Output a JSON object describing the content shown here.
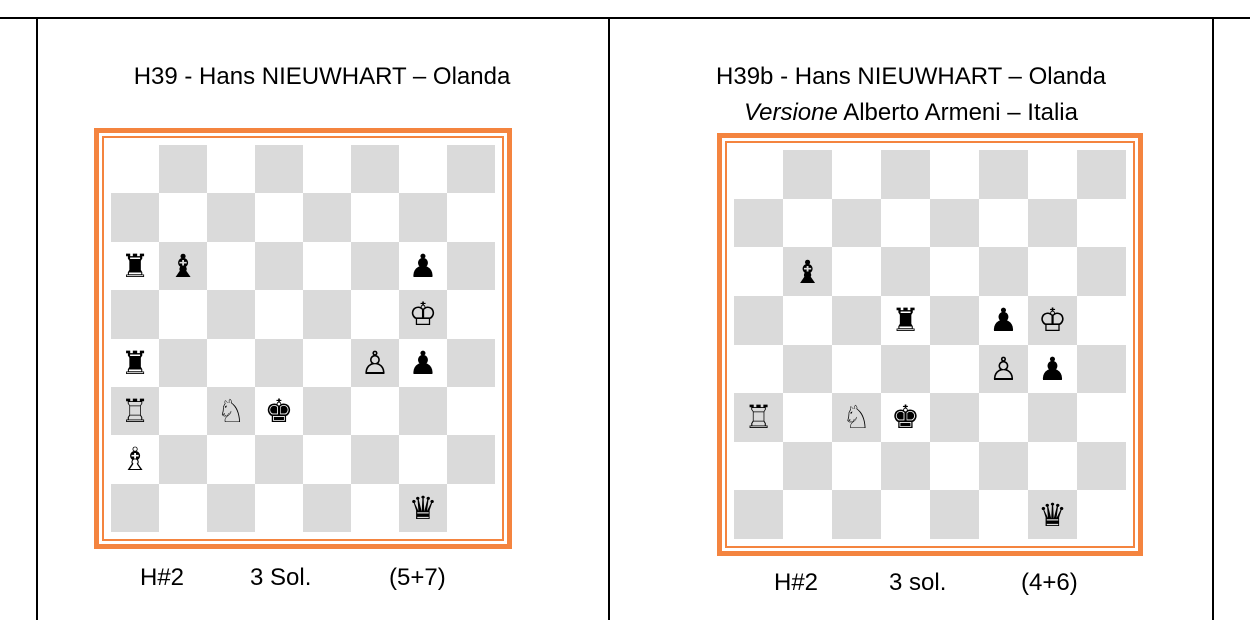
{
  "left": {
    "title": "H39 - Hans NIEUWHART – Olanda",
    "stipulation": "H#2",
    "solutions": "3 Sol.",
    "material": "(5+7)",
    "board": [
      [
        "",
        "",
        "",
        "",
        "",
        "",
        "",
        ""
      ],
      [
        "",
        "",
        "",
        "",
        "",
        "",
        "",
        ""
      ],
      [
        "♜",
        "♝",
        "",
        "",
        "",
        "",
        "♟",
        ""
      ],
      [
        "",
        "",
        "",
        "",
        "",
        "",
        "♔",
        ""
      ],
      [
        "♜",
        "",
        "",
        "",
        "",
        "♙",
        "♟",
        ""
      ],
      [
        "♖",
        "",
        "♘",
        "♚",
        "",
        "",
        "",
        ""
      ],
      [
        "♗",
        "",
        "",
        "",
        "",
        "",
        "",
        ""
      ],
      [
        "",
        "",
        "",
        "",
        "",
        "",
        "♛",
        ""
      ]
    ]
  },
  "right": {
    "title": "H39b - Hans NIEUWHART – Olanda",
    "version_label": "Versione",
    "version_author": " Alberto  Armeni – Italia",
    "stipulation": "H#2",
    "solutions": "3 sol.",
    "material": "(4+6)",
    "board": [
      [
        "",
        "",
        "",
        "",
        "",
        "",
        "",
        ""
      ],
      [
        "",
        "",
        "",
        "",
        "",
        "",
        "",
        ""
      ],
      [
        "",
        "♝",
        "",
        "",
        "",
        "",
        "",
        ""
      ],
      [
        "",
        "",
        "",
        "♜",
        "",
        "♟",
        "♔",
        ""
      ],
      [
        "",
        "",
        "",
        "",
        "",
        "♙",
        "♟",
        ""
      ],
      [
        "♖",
        "",
        "♘",
        "♚",
        "",
        "",
        "",
        ""
      ],
      [
        "",
        "",
        "",
        "",
        "",
        "",
        "",
        ""
      ],
      [
        "",
        "",
        "",
        "",
        "",
        "",
        "♛",
        ""
      ]
    ]
  },
  "colors": {
    "frame": "#f4843f",
    "dark_square": "#dadada",
    "light_square": "#ffffff"
  }
}
